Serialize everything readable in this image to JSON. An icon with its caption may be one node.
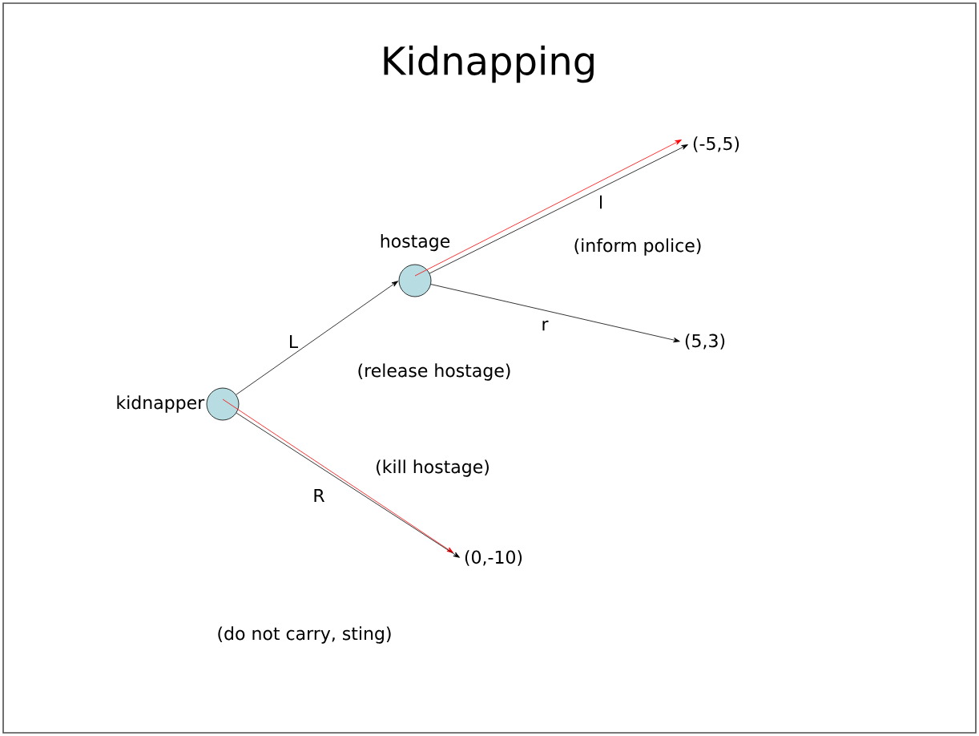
{
  "diagram": {
    "title": "Kidnapping",
    "nodes": [
      {
        "text": [
          "kidnapper"
        ]
      },
      {
        "text": [
          "hostage"
        ]
      },
      {
        "text": [
          "(-5,5)"
        ]
      },
      {
        "text": [
          "(5,3)"
        ]
      },
      {
        "text": [
          "(0,-10)"
        ]
      }
    ],
    "edges": [
      {
        "from": 0,
        "to": 1,
        "arrow": "to",
        "label": "L"
      },
      {
        "from": 1,
        "to": 2,
        "arrow": "to",
        "color": "#ff0000"
      },
      {
        "from": 1,
        "to": 2,
        "arrow": "to",
        "label": "l"
      },
      {
        "from": 1,
        "to": 3,
        "arrow": "to",
        "label": "r"
      },
      {
        "from": 0,
        "to": 4,
        "arrow": "to",
        "color": "#ff0000"
      },
      {
        "from": 0,
        "to": 4,
        "arrow": "to",
        "label": "R"
      }
    ],
    "labels": [
      "(inform police)",
      "(release hostage)",
      "(kill hostage)",
      "(do not carry, sting)"
    ]
  }
}
